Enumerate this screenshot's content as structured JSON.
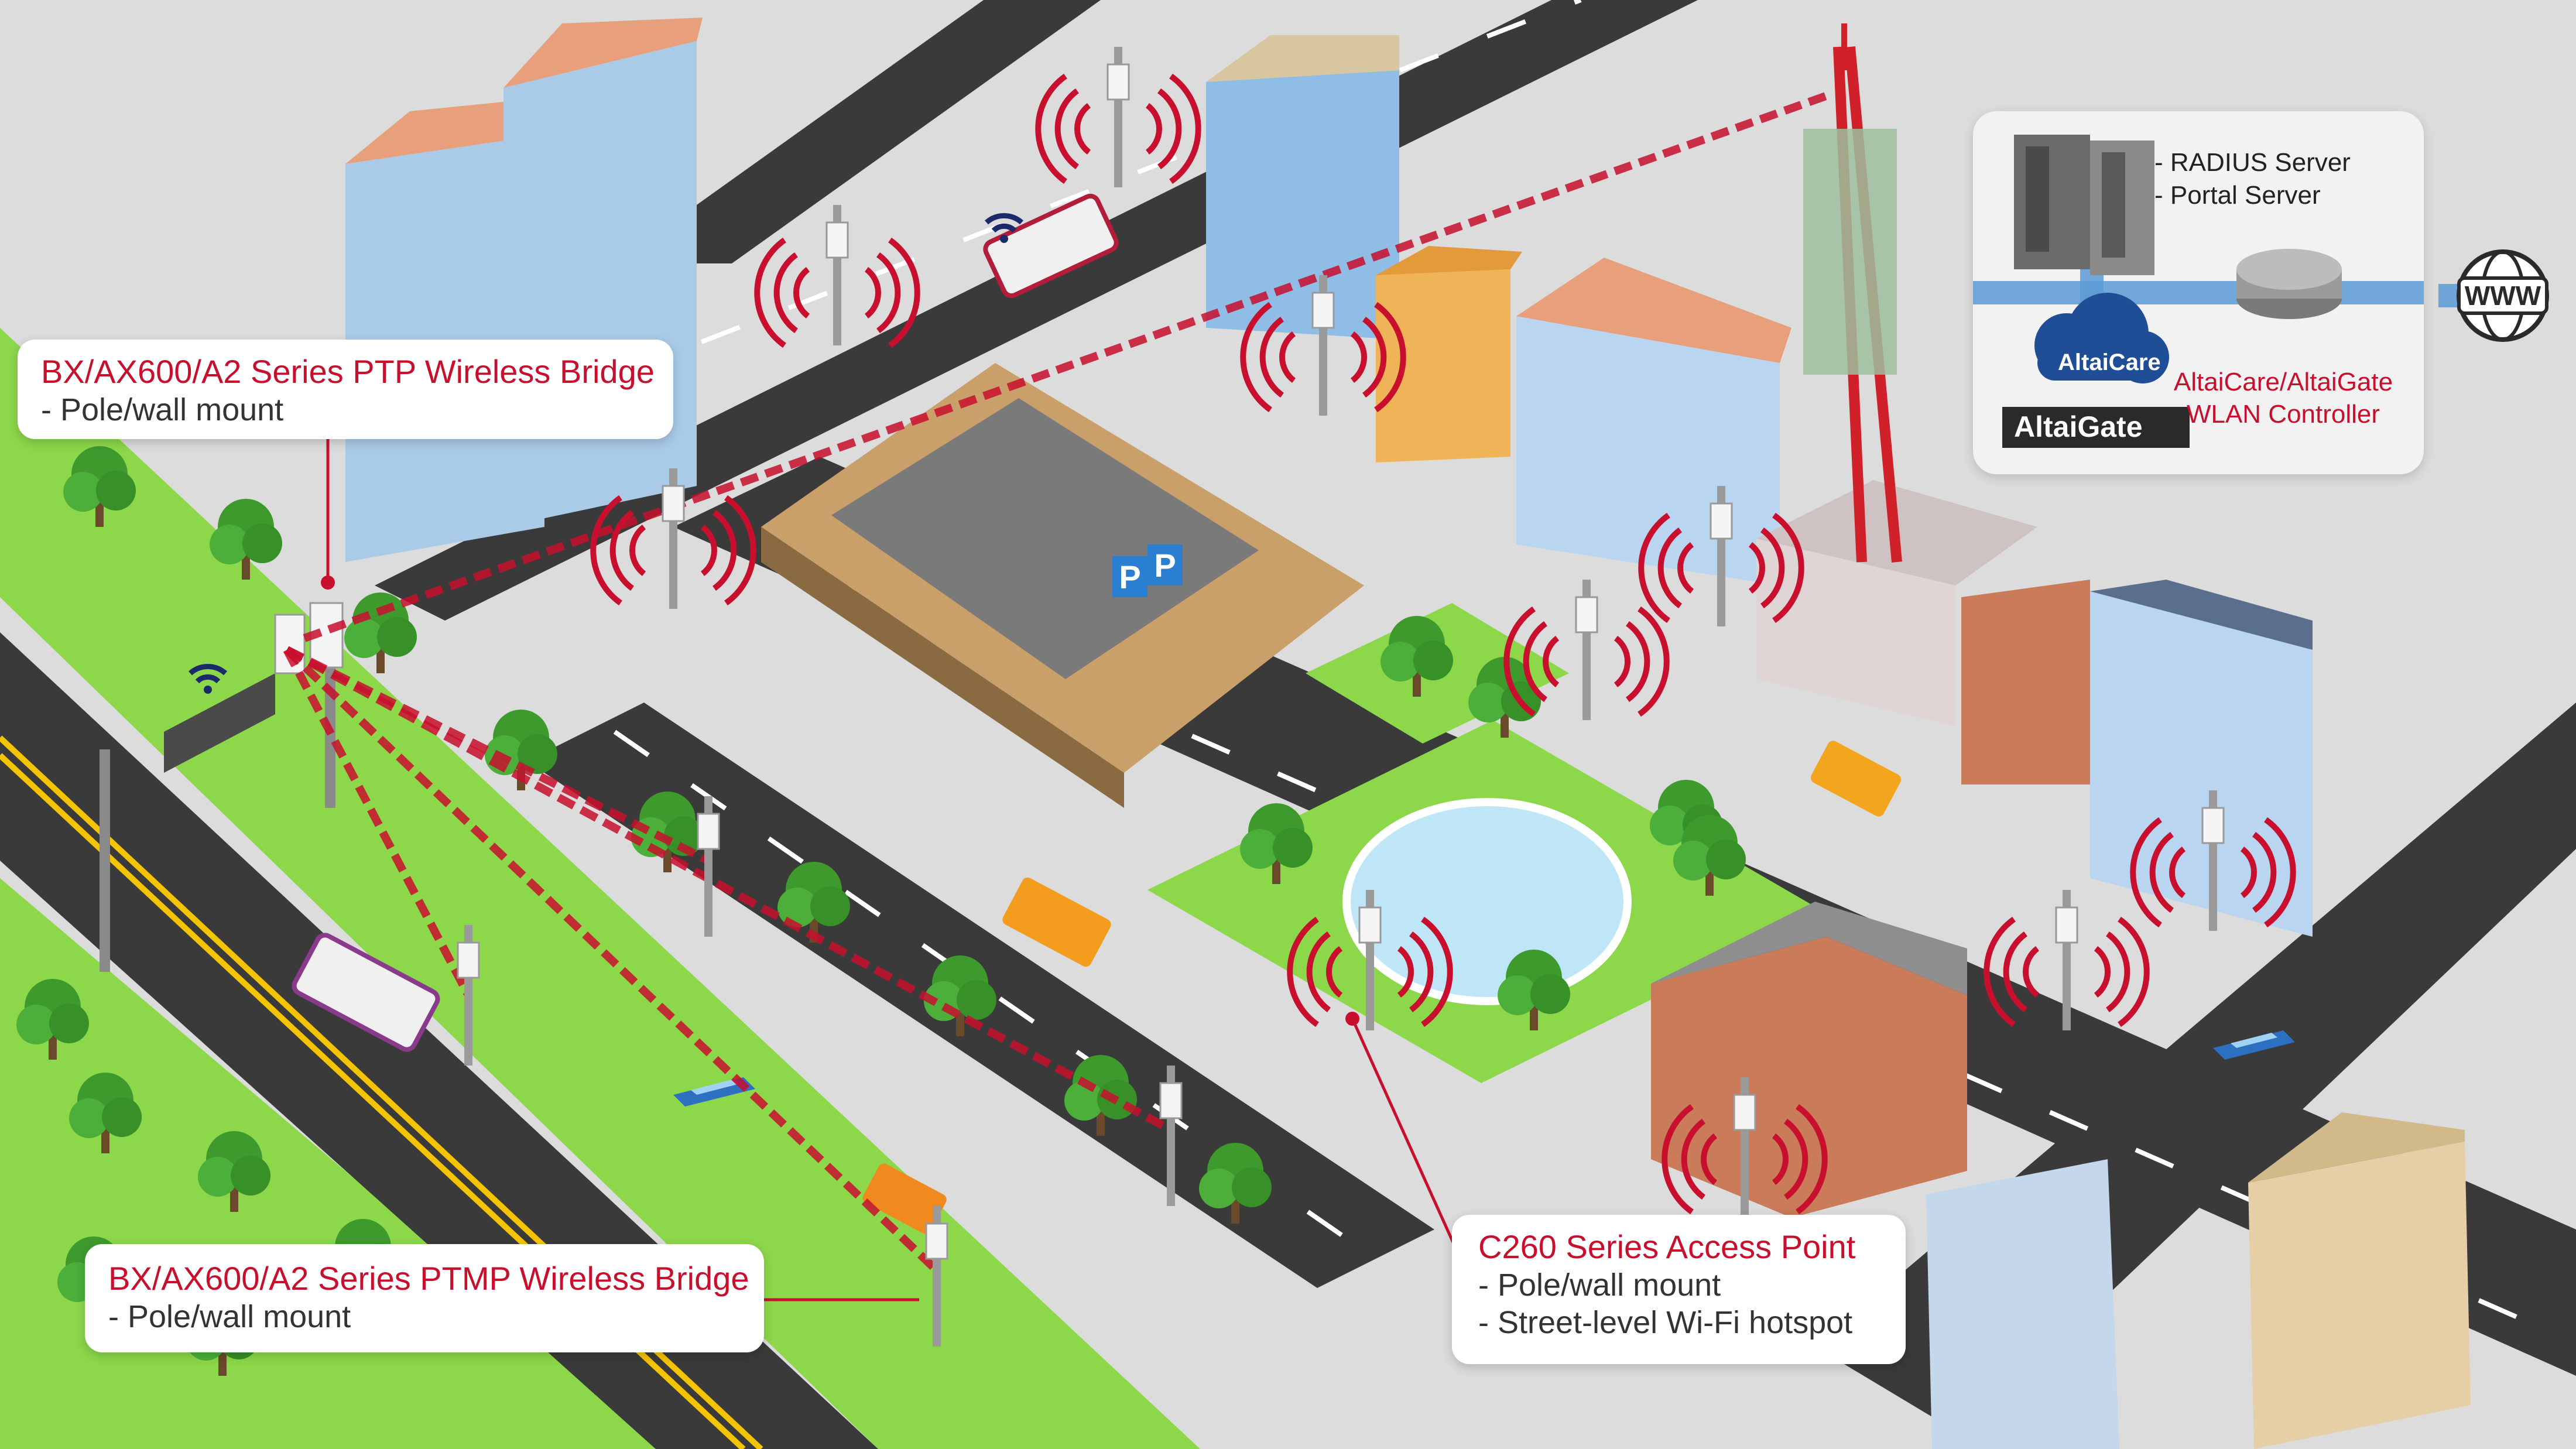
{
  "callouts": {
    "ptp": {
      "title": "BX/AX600/A2 Series PTP Wireless Bridge",
      "subtitle": "- Pole/wall mount"
    },
    "ptmp": {
      "title": "BX/AX600/A2 Series PTMP Wireless Bridge",
      "subtitle": "- Pole/wall mount"
    },
    "ap": {
      "title": "C260 Series Access Point",
      "line1": "- Pole/wall mount",
      "line2": "- Street-level Wi-Fi hotspot"
    }
  },
  "controller": {
    "server_line1": "- RADIUS Server",
    "server_line2": "- Portal Server",
    "cloud_label": "AltaiCare",
    "gate_label": "AltaiGate",
    "product_line1": "AltaiCare/AltaiGate",
    "product_line2": "WLAN Controller",
    "internet_label": "WWW"
  },
  "signs": {
    "parking": "P"
  },
  "colors": {
    "accent_red": "#c8102e",
    "grass": "#8cd84a",
    "road": "#3a3a3a",
    "pavement": "#d6d6d6",
    "network_blue": "#5b9bd5"
  },
  "icons": [
    "wifi-icon",
    "server-icon",
    "router-icon",
    "globe-icon",
    "cloud-icon",
    "tree-icon",
    "building-icon",
    "tower-icon"
  ]
}
